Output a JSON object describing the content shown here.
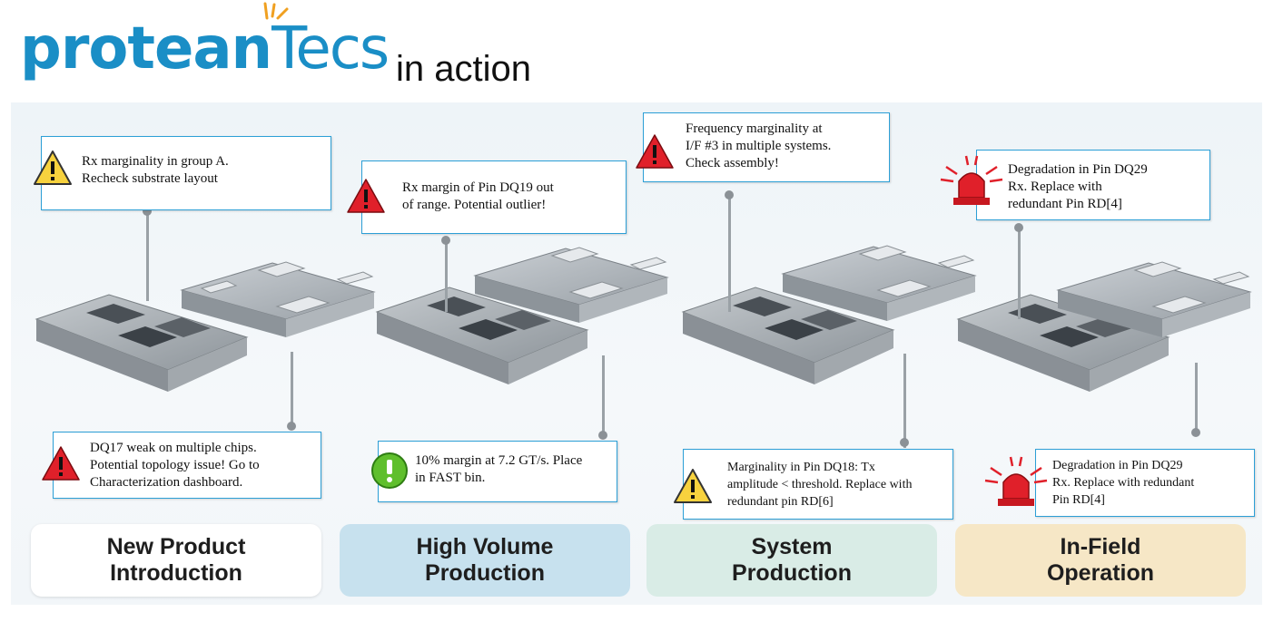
{
  "header": {
    "logo_main": "protean",
    "logo_tecs": "Tecs",
    "logo_sub": "in action"
  },
  "colors": {
    "brand": "#1a8ec6",
    "callout_border": "#2c9fd6",
    "stage_npi": "#ffffff",
    "stage_hvp": "#c7e1ee",
    "stage_sys": "#d9ece6",
    "stage_field": "#f6e7c6"
  },
  "callouts": [
    {
      "text": "Rx marginality in group A.\nRecheck substrate layout",
      "icon": "warning-yellow-icon"
    },
    {
      "text": "DQ17 weak on multiple chips.\nPotential topology issue! Go to\nCharacterization  dashboard.",
      "icon": "warning-red-icon"
    },
    {
      "text": "Rx margin of Pin DQ19 out\nof range. Potential outlier!",
      "icon": "warning-red-icon"
    },
    {
      "text": "10% margin at 7.2 GT/s. Place\nin FAST bin.",
      "icon": "ok-green-icon"
    },
    {
      "text": "Frequency marginality at\nI/F #3 in multiple systems.\nCheck assembly!",
      "icon": "warning-red-icon"
    },
    {
      "text": "Marginality in Pin DQ18: Tx\namplitude < threshold. Replace with\nredundant pin RD[6]",
      "icon": "warning-yellow-icon"
    },
    {
      "text": "Degradation in Pin DQ29\nRx. Replace with\nredundant Pin RD[4]",
      "icon": "siren-icon"
    },
    {
      "text": "Degradation in Pin DQ29\nRx. Replace with redundant\nPin RD[4]",
      "icon": "siren-icon"
    }
  ],
  "stages": [
    {
      "label": "New Product\nIntroduction"
    },
    {
      "label": "High Volume\nProduction"
    },
    {
      "label": "System\nProduction"
    },
    {
      "label": "In-Field\nOperation"
    }
  ]
}
